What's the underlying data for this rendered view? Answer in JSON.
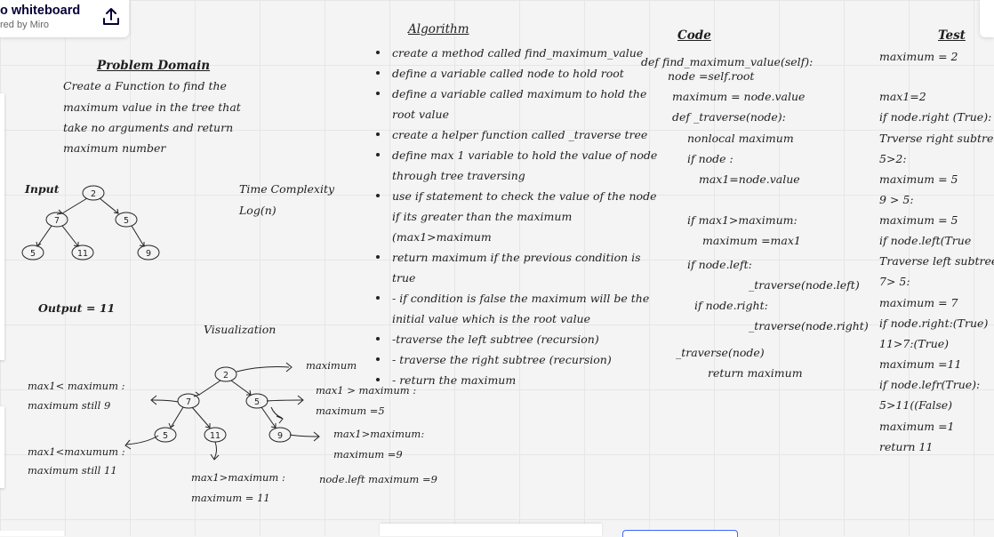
{
  "app": {
    "name": "o whiteboard",
    "powered_by": "red by Miro"
  },
  "problem_domain": {
    "title": "Problem Domain",
    "lines": [
      "Create a Function to find the",
      "maximum value in the tree that",
      "take no arguments and return",
      "maximum number"
    ]
  },
  "input": {
    "label": "Input"
  },
  "output": {
    "label": "Output",
    "value": "= 11"
  },
  "time_complexity": {
    "label": "Time Complexity",
    "value": "Log(n)"
  },
  "visualization": {
    "title": "Visualization"
  },
  "tree_input": {
    "nodes": [
      "2",
      "7",
      "5",
      "5",
      "11",
      "9"
    ]
  },
  "tree_vis": {
    "nodes": [
      "2",
      "7",
      "5",
      "5",
      "11",
      "9"
    ]
  },
  "vis_notes": {
    "maximum": "maximum",
    "n7_a": "max1< maximum :",
    "n7_b": "maximum still 9",
    "n5r_a": "max1 > maximum :",
    "n5r_b": "maximum =5",
    "n9_a": "max1>maximum:",
    "n9_b": "maximum =9",
    "n5l_a": "max1<maxumum :",
    "n5l_b": "maximum still 11",
    "n11_a": "max1>maximum :",
    "n11_b": "maximum = 11",
    "left_max": "node.left maximum =9"
  },
  "algorithm": {
    "title": "Algorithm",
    "items": [
      "create a method called find_maximum_value",
      "define a variable called node to hold root",
      "define a variable called maximum to hold the",
      "root value",
      "create a helper function called  _traverse tree",
      "define max 1 variable to hold the value of node",
      "through tree traversing",
      "use if statement to check the value of the node",
      "if its greater than the maximum",
      "(max1>maximum",
      "return maximum if the previous condition is true",
      "- if condition is false the maximum will be the",
      "initial value which is the root value",
      "-traverse the left subtree (recursion)",
      "- traverse the right subtree (recursion)",
      "- return the maximum"
    ]
  },
  "code": {
    "title": "Code",
    "lines": [
      "def find_maximum_value(self):",
      "node =self.root",
      "maximum = node.value",
      "def _traverse(node):",
      "nonlocal maximum",
      "if node :",
      "max1=node.value",
      "if max1>maximum:",
      "maximum =max1",
      "if node.left:",
      "_traverse(node.left)",
      "if node.right:",
      "_traverse(node.right)",
      "_traverse(node)",
      "return maximum"
    ]
  },
  "test": {
    "title": "Test",
    "lines": [
      "maximum = 2",
      "max1=2",
      "if node.right (True):",
      "Trverse right subtree",
      "5>2:",
      "maximum = 5",
      "9 > 5:",
      "maximum = 5",
      "if node.left(True",
      "Traverse left subtree:",
      "7> 5:",
      "maximum = 7",
      "if node.right:(True)",
      "11>7:(True)",
      "maximum =11",
      "if node.lefr(True):",
      "5>11((False)",
      "maximum =1",
      "return 11"
    ]
  }
}
